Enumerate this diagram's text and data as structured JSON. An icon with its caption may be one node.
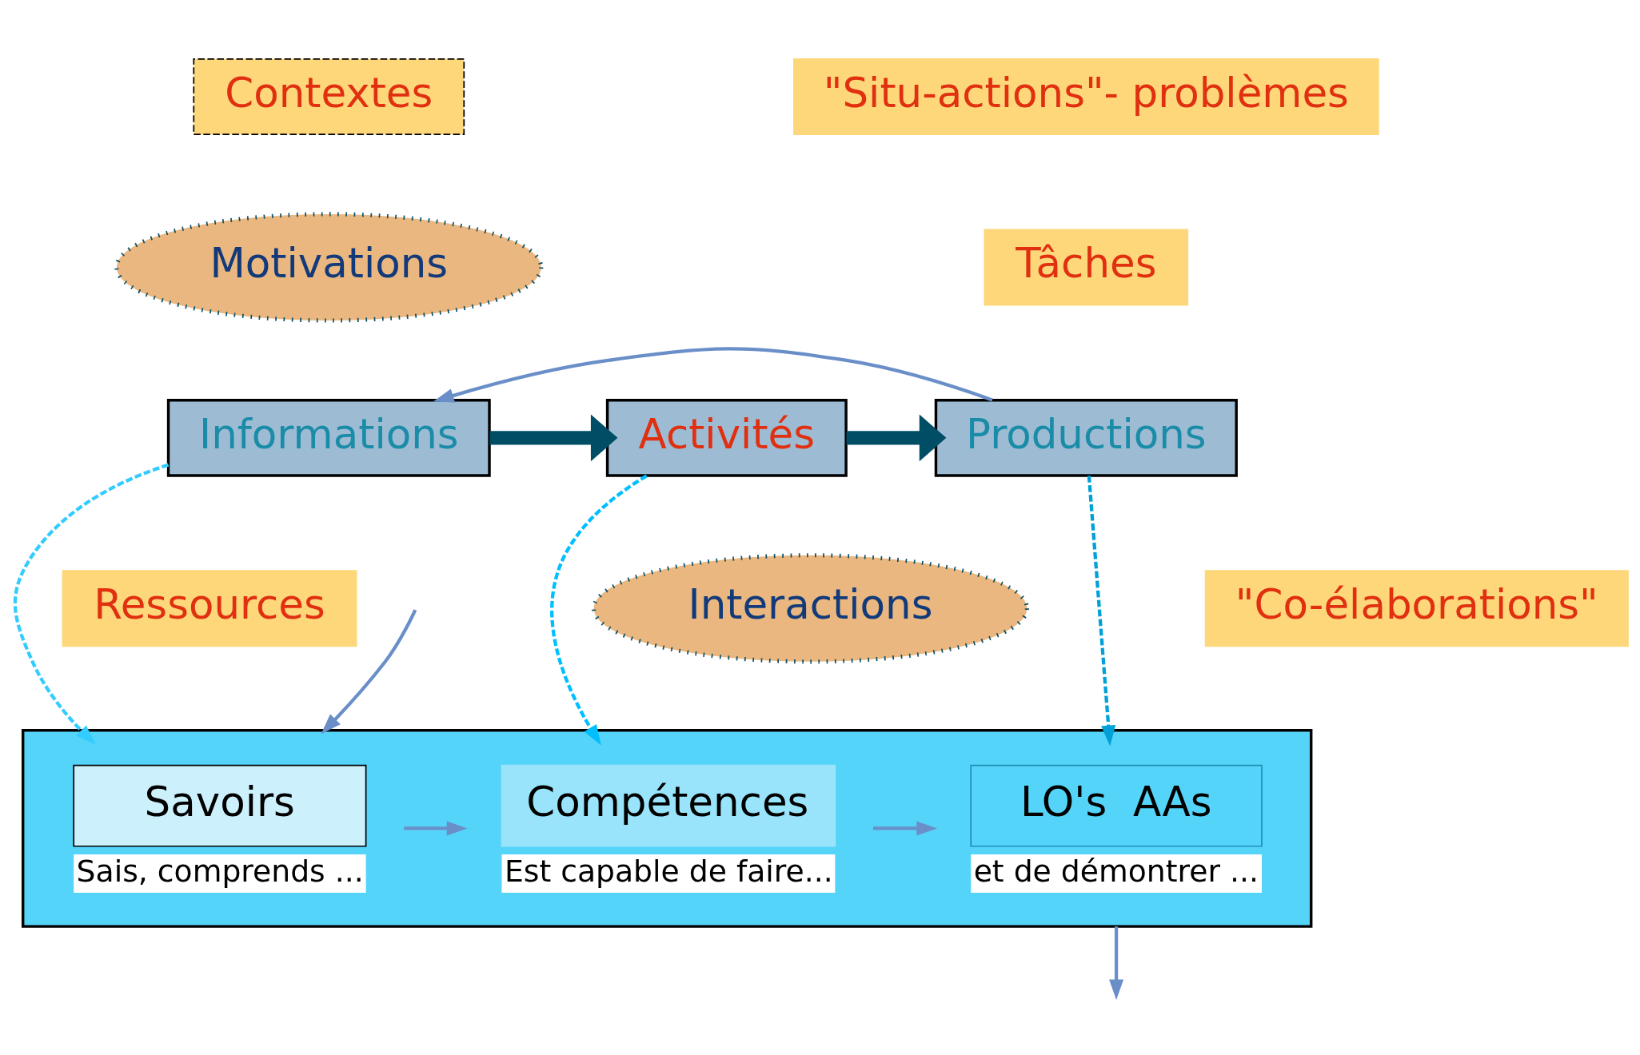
{
  "diagram": {
    "nodes": [
      {
        "text": [
          "Contextes"
        ]
      },
      {
        "text": [
          "\"Situ-actions\"- problèmes"
        ]
      },
      {
        "text": [
          "Motivations"
        ]
      },
      {
        "text": [
          "Tâches"
        ]
      },
      {
        "text": [
          "Informations"
        ]
      },
      {
        "text": [
          "Activités"
        ]
      },
      {
        "text": [
          "Productions"
        ]
      },
      {
        "text": [
          "Ressources"
        ]
      },
      {
        "text": [
          "Interactions"
        ]
      },
      {
        "text": [
          "\"Co-élaborations\""
        ]
      },
      {
        "text": [],
        "shape": "bar"
      },
      {
        "text": [
          "Savoirs"
        ],
        "in": 10,
        "beside": [
          "Sais, comprends ..."
        ]
      },
      {
        "text": [
          "Compétences"
        ],
        "in": 10,
        "beside": [
          "Est capable de faire..."
        ]
      },
      {
        "text": [
          "LO's  AAs"
        ],
        "in": 10,
        "beside": [
          "et de démontrer ..."
        ]
      }
    ],
    "edges": [
      {
        "from": 6,
        "to": 4,
        "arrow": "to"
      },
      {
        "from": 4,
        "to": 5,
        "arrow": "to",
        "style": "thick",
        "color": "#004d66"
      },
      {
        "from": 5,
        "to": 6,
        "arrow": "to",
        "style": "thick",
        "color": "#004d66"
      },
      {
        "from": 4,
        "to": 11,
        "arrow": "to",
        "style": "dashed",
        "color": "#33ccff"
      },
      {
        "from": 5,
        "to": 12,
        "arrow": "to",
        "style": "dashed",
        "color": "#00bfff"
      },
      {
        "from": 6,
        "to": 13,
        "arrow": "to",
        "style": "dashed",
        "color": "#00a0d8"
      },
      {
        "from": 11,
        "to": 12,
        "arrow": "to"
      },
      {
        "from": 12,
        "to": 13,
        "arrow": "to"
      },
      {
        "from": null,
        "to": 10,
        "arrow": "to"
      },
      {
        "from": 10,
        "to": null,
        "arrow": "to"
      }
    ]
  }
}
